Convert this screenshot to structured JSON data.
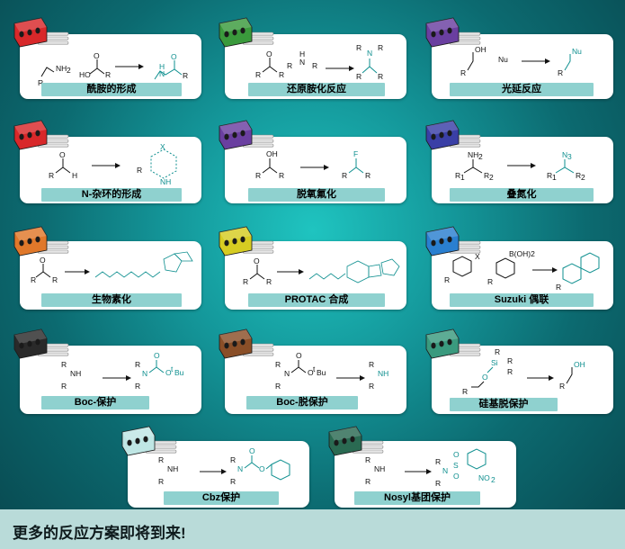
{
  "colors": {
    "teal": "#0e8f8f",
    "label_bg": "#8fd1cf",
    "footer_bg": "#b9dbd9"
  },
  "cards": [
    {
      "id": "amide",
      "label": "酰胺的形成",
      "cartridge_color": "#d8282a"
    },
    {
      "id": "reductive-amination",
      "label": "还原胺化反应",
      "cartridge_color": "#3a9a3c"
    },
    {
      "id": "mitsunobu",
      "label": "光延反应",
      "cartridge_color": "#6a3fa0"
    },
    {
      "id": "n-heterocycle",
      "label": "N-杂环的形成",
      "cartridge_color": "#d8282a"
    },
    {
      "id": "deoxyfluorination",
      "label": "脱氧氟化",
      "cartridge_color": "#6a3fa0"
    },
    {
      "id": "azidation",
      "label": "叠氮化",
      "cartridge_color": "#3a3fa6"
    },
    {
      "id": "biotinylation",
      "label": "生物素化",
      "cartridge_color": "#e0782a"
    },
    {
      "id": "protac",
      "label": "PROTAC 合成",
      "cartridge_color": "#d6cc22"
    },
    {
      "id": "suzuki",
      "label": "Suzuki 偶联",
      "cartridge_color": "#2a7fd0"
    },
    {
      "id": "boc-protection",
      "label": "Boc-保护",
      "cartridge_color": "#2a2a2a"
    },
    {
      "id": "boc-deprotection",
      "label": "Boc-脱保护",
      "cartridge_color": "#8a4f28"
    },
    {
      "id": "silyl-deprotection",
      "label": "硅基脱保护",
      "cartridge_color": "#3a9a7e"
    },
    {
      "id": "cbz-protection",
      "label": "Cbz保护",
      "cartridge_color": "#bfe6e4"
    },
    {
      "id": "nosyl-protection",
      "label": "Nosyl基团保护",
      "cartridge_color": "#2a6a52"
    }
  ],
  "chem": {
    "R": "R",
    "R1": "R",
    "sub1": "1",
    "sub2": "2",
    "NH2": "NH",
    "two": "2",
    "N": "N",
    "H": "H",
    "NH": "NH",
    "O": "O",
    "HO": "HO",
    "OH": "OH",
    "Nu": "Nu",
    "X": "X",
    "F": "F",
    "N3": "N",
    "three": "3",
    "BOH2": "B(OH)2",
    "Si": "Si",
    "OtBu": "O",
    "tBu": "Bu",
    "t": "t",
    "NO2": "NO",
    "S": "S",
    "HNNH": "HN",
    "NH_b": "NH"
  },
  "footer": {
    "text": "更多的反应方案即将到来!"
  }
}
